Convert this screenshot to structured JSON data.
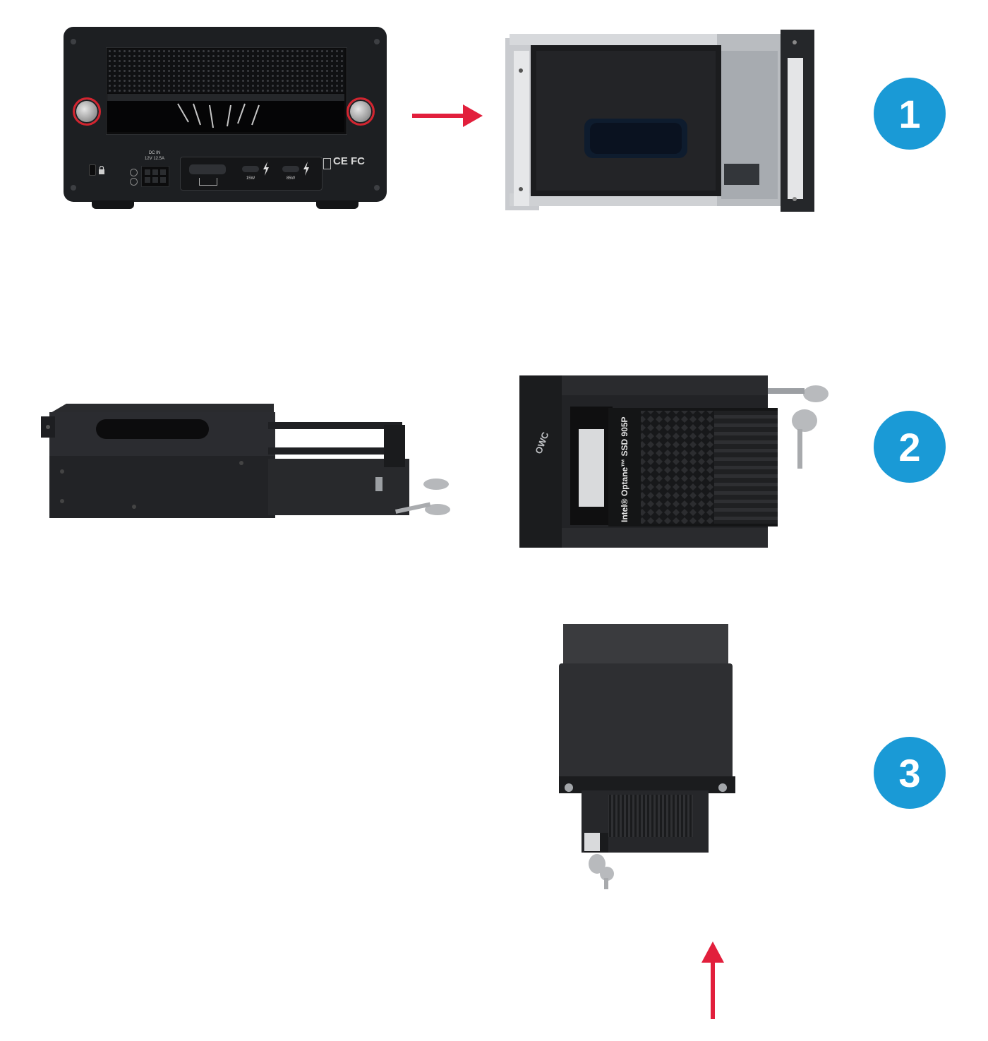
{
  "steps": [
    {
      "number": "1"
    },
    {
      "number": "2"
    },
    {
      "number": "3"
    }
  ],
  "enclosure": {
    "dc_in_label": "DC IN",
    "dc_rating_label": "12V 12.5A",
    "port_left_label": "15W",
    "port_right_label": "85W",
    "cert_marks": "CE FC"
  },
  "ssd": {
    "label": "Intel® Optane™ SSD 905P",
    "brand_logo": "OWC"
  },
  "colors": {
    "badge": "#1a9ad6",
    "arrow": "#e21f3c",
    "highlight_ring": "#d3242f"
  },
  "icons": {
    "thunderbolt": "thunderbolt-icon",
    "lock": "lock-icon",
    "key": "key-icon"
  }
}
